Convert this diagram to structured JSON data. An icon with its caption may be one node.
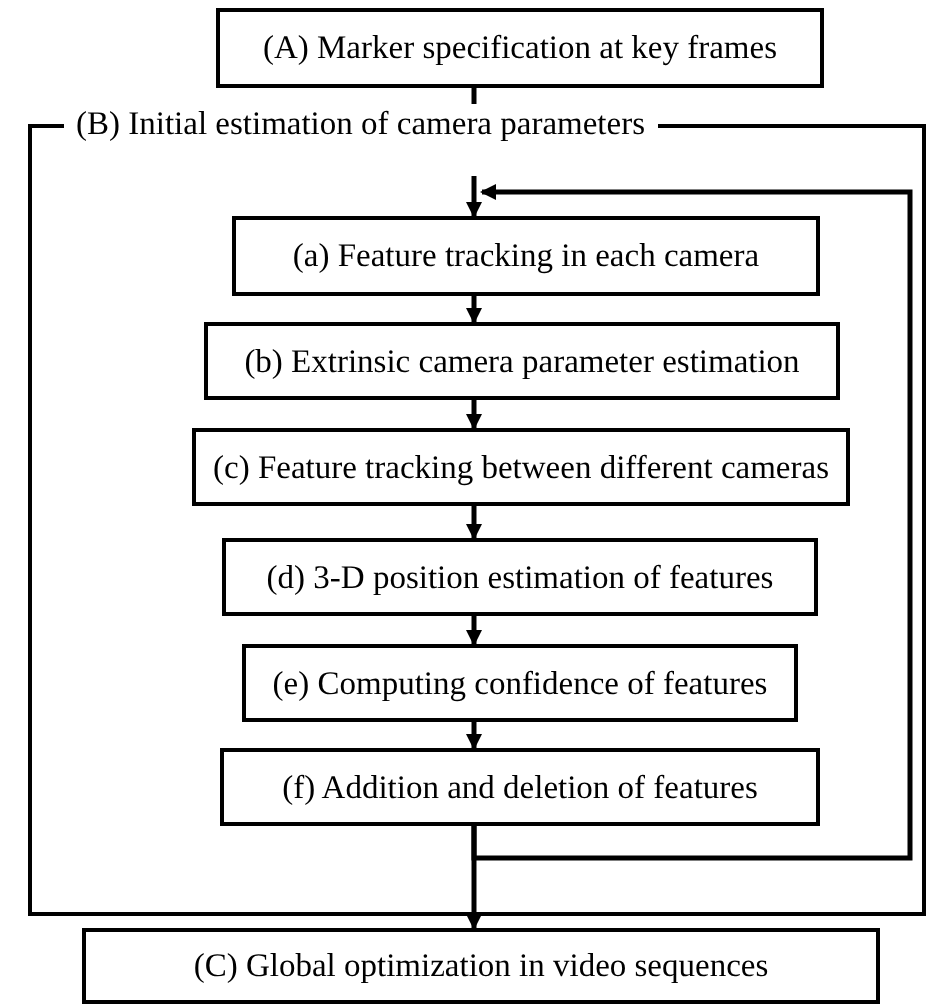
{
  "diagram": {
    "nodes": [
      {
        "text": [
          "(A) Marker specification at key frames"
        ]
      },
      {
        "text": [
          "(B) Initial estimation of camera parameters"
        ]
      },
      {
        "text": [
          "(a) Feature tracking in each camera"
        ],
        "in": 1
      },
      {
        "text": [
          "(b) Extrinsic camera parameter estimation"
        ],
        "in": 1
      },
      {
        "text": [
          "(c) Feature tracking between different cameras"
        ],
        "in": 1
      },
      {
        "text": [
          "(d) 3-D position estimation of features"
        ],
        "in": 1
      },
      {
        "text": [
          "(e) Computing confidence of features"
        ],
        "in": 1
      },
      {
        "text": [
          "(f) Addition and deletion of features"
        ],
        "in": 1
      },
      {
        "text": [
          "(C) Global optimization in video sequences"
        ]
      }
    ],
    "edges": [
      {
        "from": 0,
        "to": 1,
        "arrow": "none"
      },
      {
        "from": null,
        "to": 2,
        "arrow": "to"
      },
      {
        "from": 2,
        "to": 3,
        "arrow": "to"
      },
      {
        "from": 3,
        "to": 4,
        "arrow": "to"
      },
      {
        "from": 4,
        "to": 5,
        "arrow": "to"
      },
      {
        "from": 5,
        "to": 6,
        "arrow": "to"
      },
      {
        "from": 6,
        "to": 7,
        "arrow": "to"
      },
      {
        "from": 7,
        "to": 2,
        "arrow": "to"
      },
      {
        "from": 7,
        "to": 8,
        "arrow": "to"
      }
    ]
  }
}
